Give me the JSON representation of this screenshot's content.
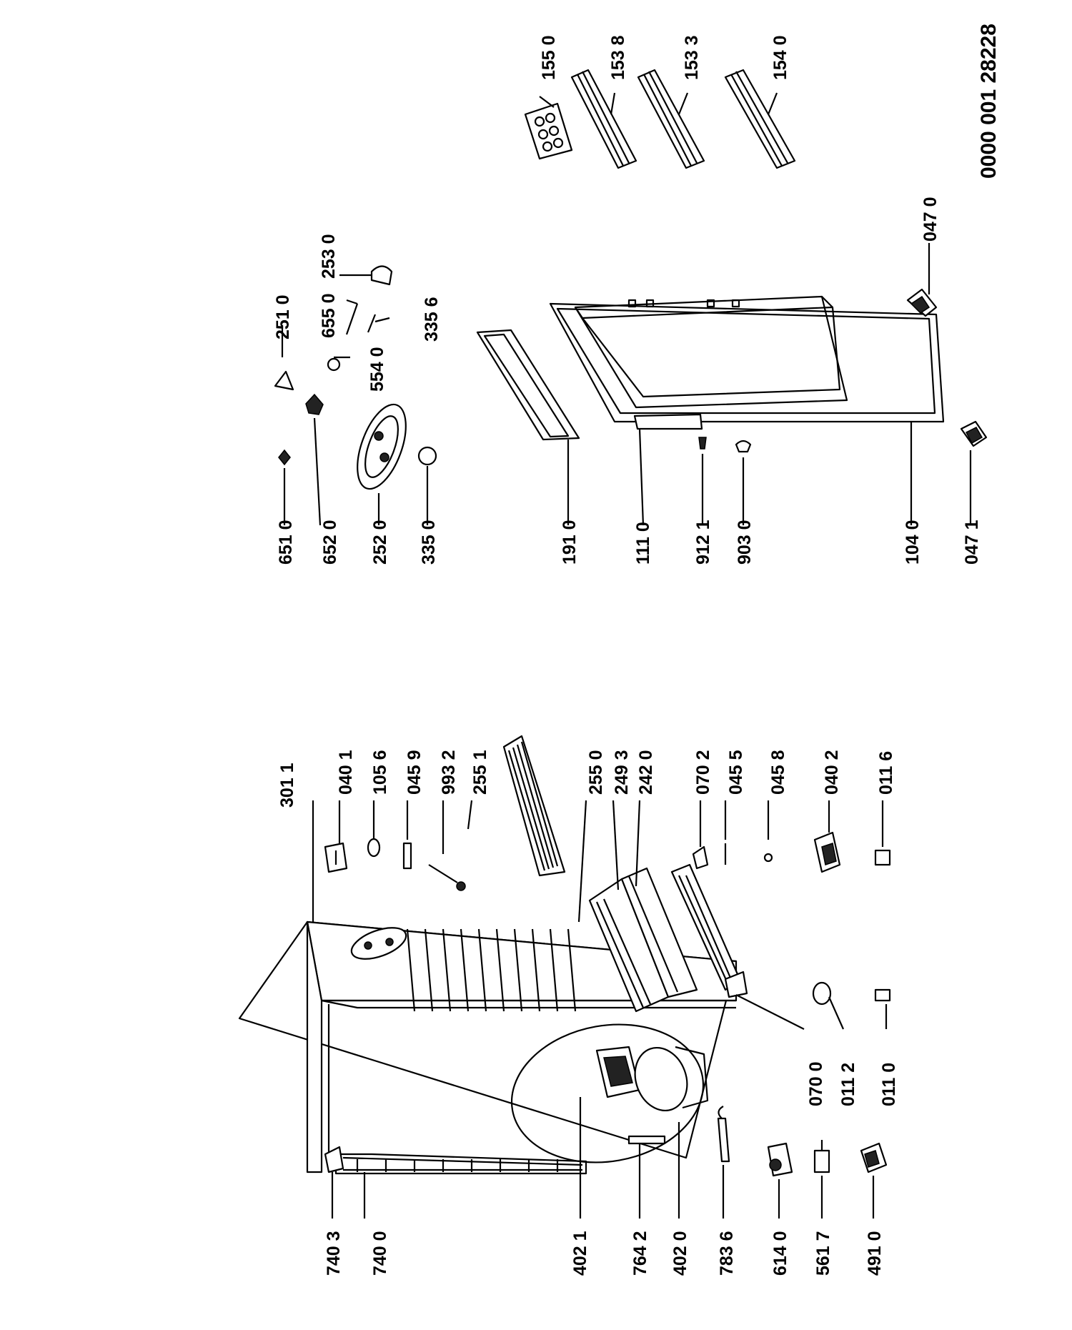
{
  "drawing_code": "0000 001 28228",
  "parts": {
    "p_1550": "155 0",
    "p_1538": "153 8",
    "p_1533": "153 3",
    "p_1540": "154 0",
    "p_6510": "651 0",
    "p_2510": "251 0",
    "p_6520": "652 0",
    "p_6550": "655 0",
    "p_5540": "554 0",
    "p_2530": "253 0",
    "p_3356": "335 6",
    "p_2520": "252 0",
    "p_3350": "335 0",
    "p_1910": "191 0",
    "p_1110": "111 0",
    "p_9121": "912 1",
    "p_9030": "903 0",
    "p_1040": "104 0",
    "p_0470": "047 0",
    "p_0471": "047 1",
    "p_3011": "301  1",
    "p_0401": "040 1",
    "p_1056": "105 6",
    "p_0459": "045 9",
    "p_9932": "993 2",
    "p_2551": "255 1",
    "p_2550": "255 0",
    "p_2493": "249 3",
    "p_2420": "242 0",
    "p_0702": "070 2",
    "p_0455": "045 5",
    "p_0458": "045 8",
    "p_0402": "040 2",
    "p_0116": "011 6",
    "p_7403": "740 3",
    "p_7400": "740 0",
    "p_4021": "402 1",
    "p_7642": "764 2",
    "p_4020": "402 0",
    "p_7836": "783 6",
    "p_6140": "614 0",
    "p_5617": "561 7",
    "p_4910": "491 0",
    "p_0700": "070 0",
    "p_0112": "011 2",
    "p_0110": "011 0"
  }
}
